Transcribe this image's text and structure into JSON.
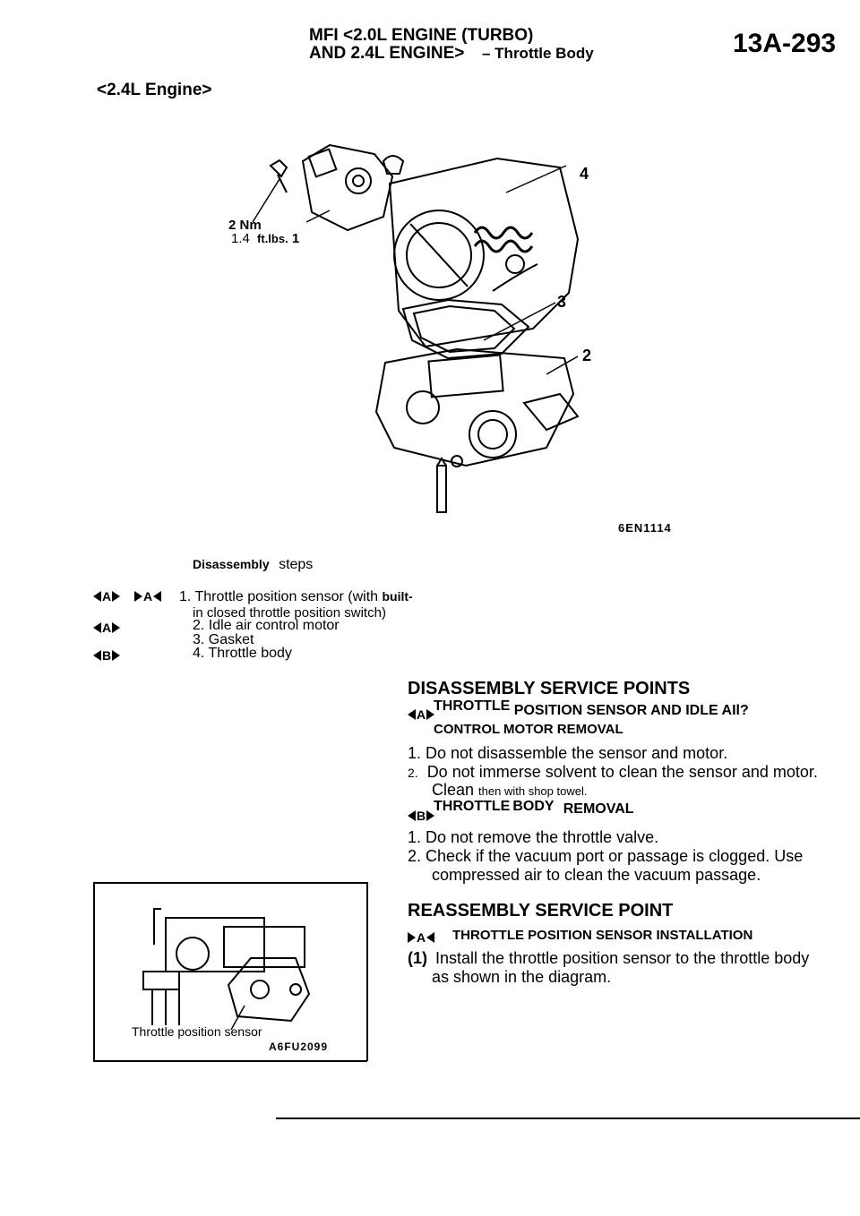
{
  "header": {
    "line1": "MFI <2.0L ENGINE (TURBO)",
    "line2": "AND 2.4L ENGINE>",
    "section": "– Throttle Body",
    "page": "13A-293"
  },
  "engine_label": "<2.4L Engine>",
  "diagram": {
    "torque_nm": "2 Nm",
    "torque_ft": "1.4",
    "torque_unit": "ft.lbs.",
    "torque_ref": "1",
    "callouts": [
      "4",
      "3",
      "2"
    ],
    "figure_code": "6EN1114"
  },
  "disassembly": {
    "title": "Disassembly",
    "title_suffix": "steps",
    "steps": [
      {
        "markers": [
          "A",
          "A"
        ],
        "num": "1.",
        "text": "Throttle position sensor (with",
        "tail": "built-",
        "cont": "in closed throttle position switch)"
      },
      {
        "markers": [
          "A"
        ],
        "num": "2.",
        "text": "Idle air control motor"
      },
      {
        "markers": [],
        "num": "3.",
        "text": "Gasket"
      },
      {
        "markers": [
          "B"
        ],
        "num": "4.",
        "text": "Throttle body"
      }
    ]
  },
  "service": {
    "title": "DISASSEMBLY SERVICE POINTS",
    "pointA": {
      "marker": "A",
      "heading_word": "THROTTLE",
      "heading_rest": "POSITION SENSOR AND IDLE AIl?",
      "heading_line2": "CONTROL MOTOR REMOVAL",
      "item1": "1. Do not disassemble the sensor and motor.",
      "item2_num": "2.",
      "item2": "Do not immerse solvent to clean the sensor and motor.",
      "item2_clean": "Clean",
      "item2_tail": "then with shop towel."
    },
    "pointB": {
      "marker": "B",
      "heading_word": "THROTTLE",
      "heading_word2": "BODY",
      "heading_rest": "REMOVAL",
      "item1": "1. Do not remove the throttle valve.",
      "item2": "2. Check if the vacuum port or passage is clogged. Use",
      "item2_cont": "compressed air to clean the vacuum passage."
    }
  },
  "reassembly": {
    "title": "REASSEMBLY SERVICE POINT",
    "marker": "A",
    "heading": "THROTTLE POSITION SENSOR INSTALLATION",
    "item_num": "(1)",
    "item": "Install the throttle position sensor to the throttle body",
    "item_cont": "as shown in the diagram."
  },
  "figure2": {
    "caption": "Throttle position sensor",
    "code": "A6FU2099"
  }
}
